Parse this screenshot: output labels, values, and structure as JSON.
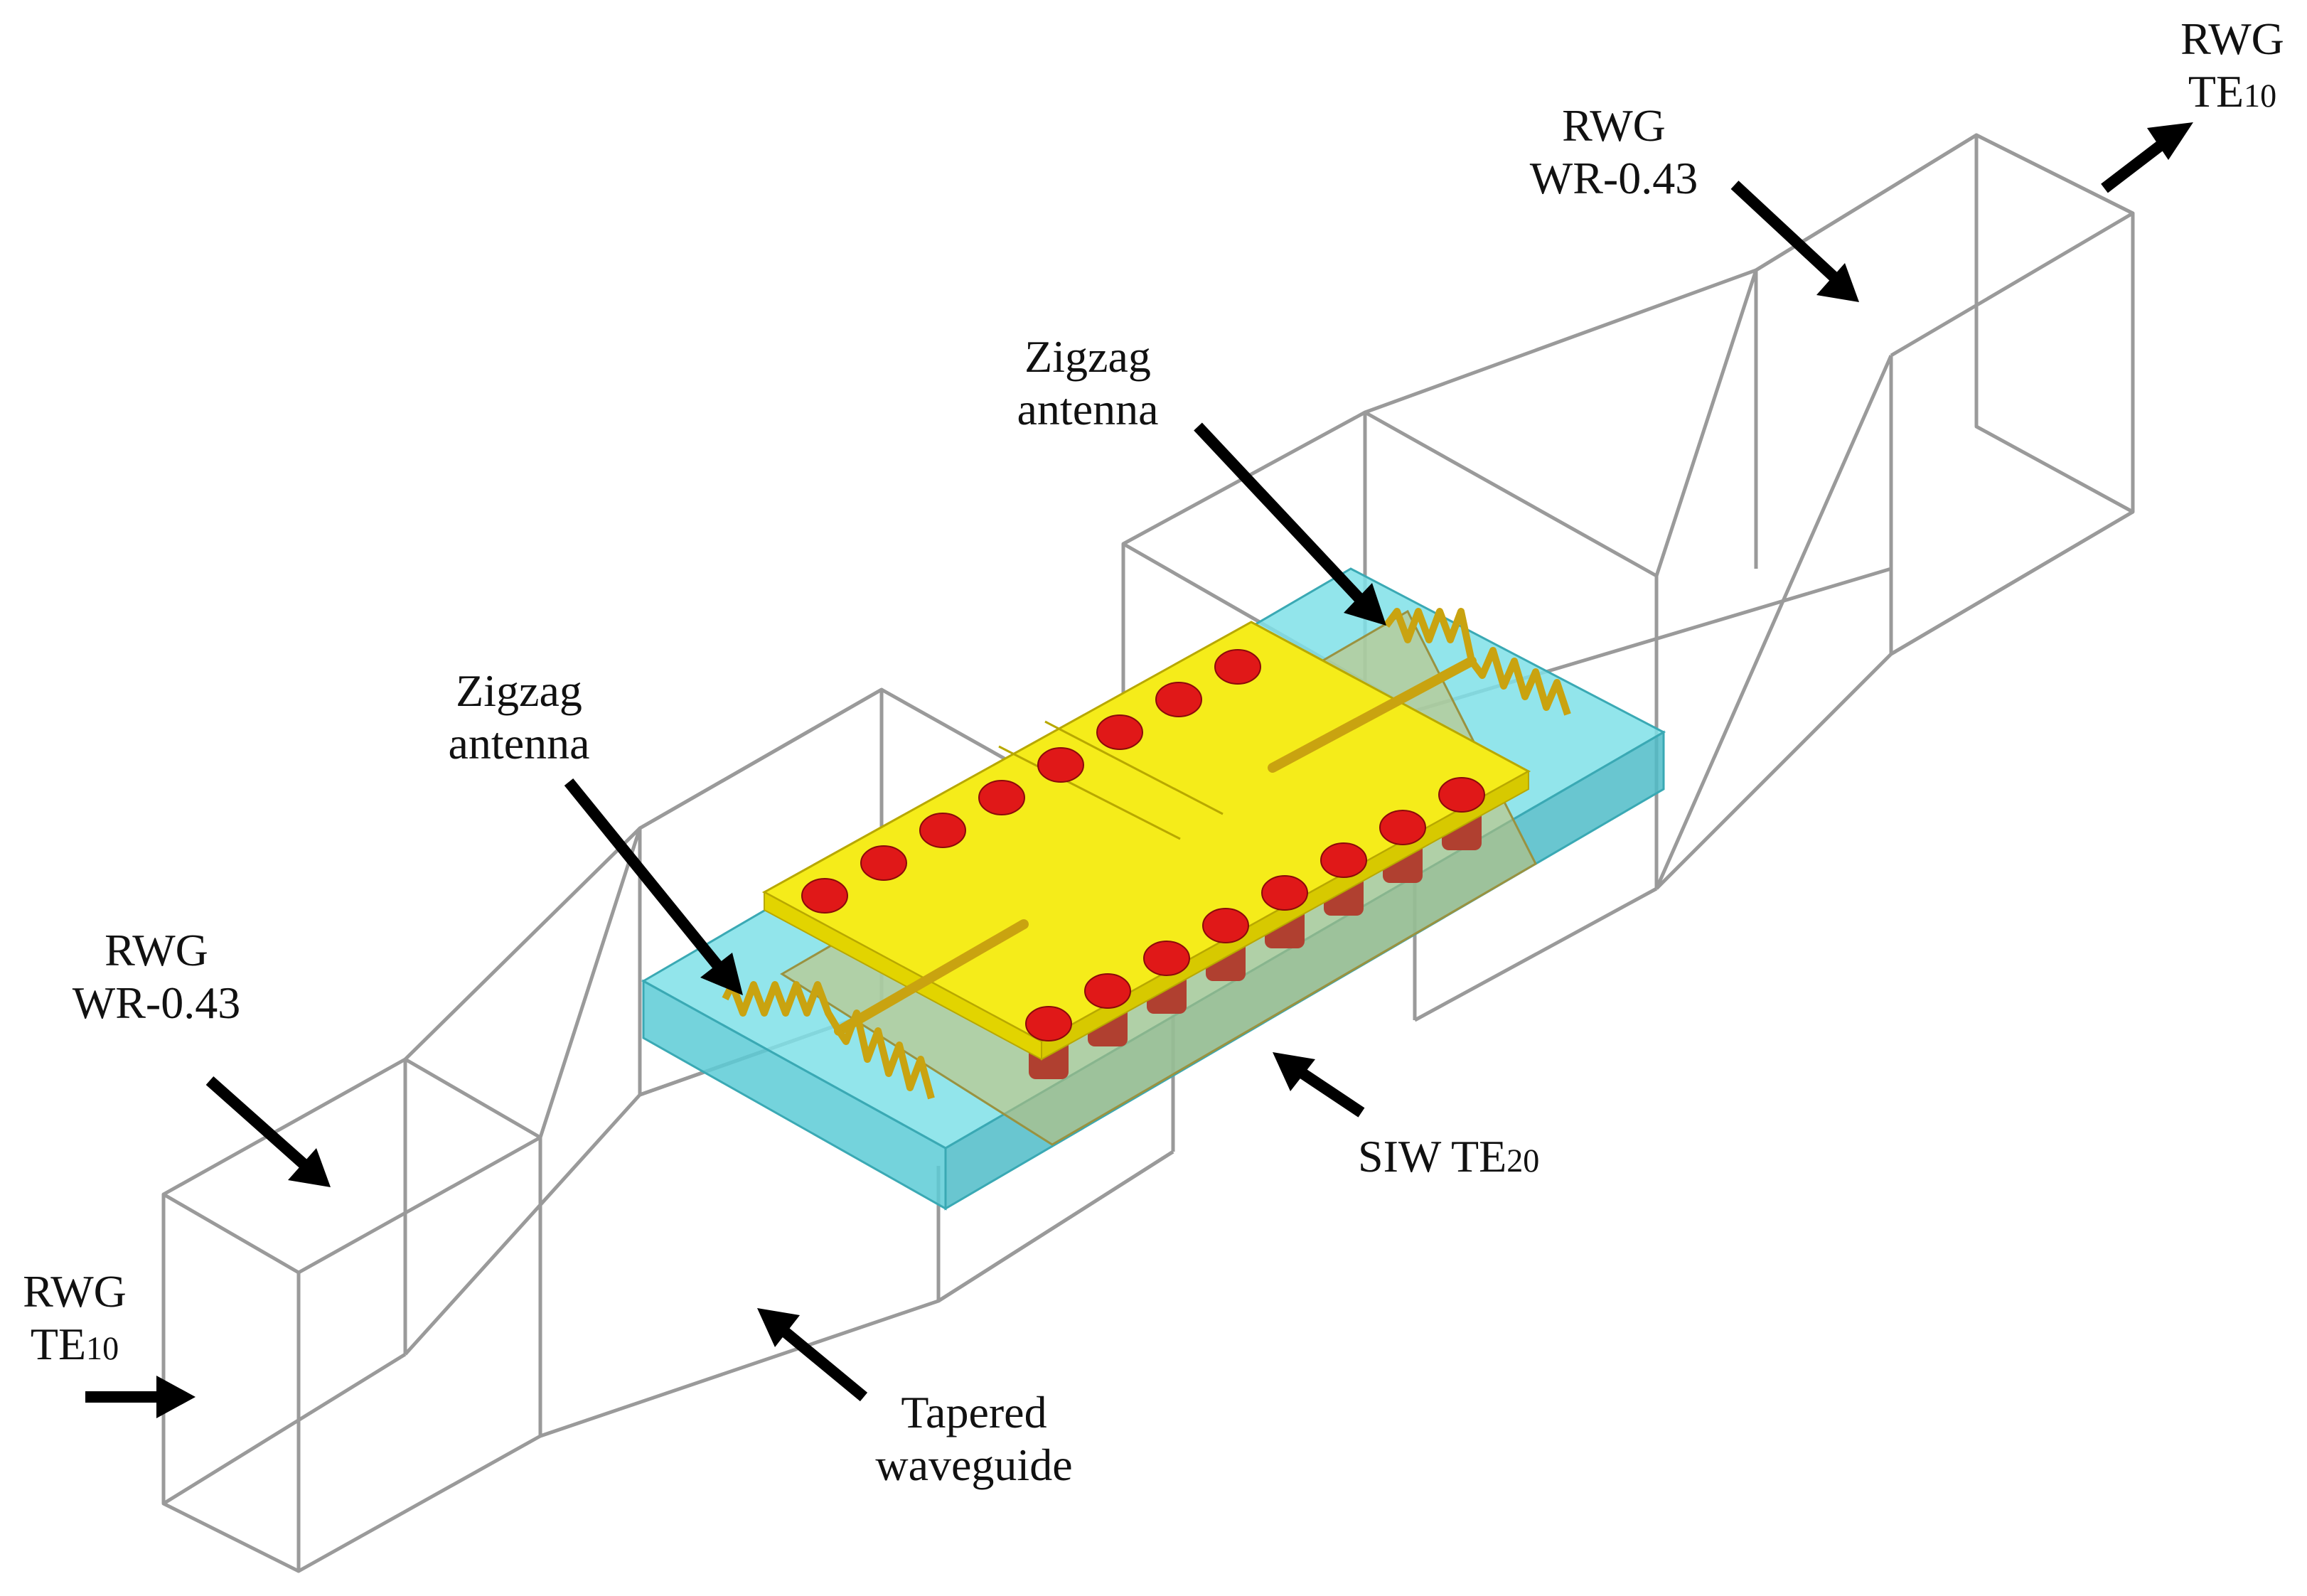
{
  "labels": {
    "rwg_out_port": {
      "line1": "RWG",
      "te": "TE",
      "mode": "10"
    },
    "rwg_out_size": {
      "line1": "RWG",
      "line2": "WR-0.43"
    },
    "zigzag_top": {
      "line1": "Zigzag",
      "line2": "antenna"
    },
    "zigzag_bottom": {
      "line1": "Zigzag",
      "line2": "antenna"
    },
    "rwg_in_size": {
      "line1": "RWG",
      "line2": "WR-0.43"
    },
    "rwg_in_port": {
      "line1": "RWG",
      "te": "TE",
      "mode": "10"
    },
    "siw": {
      "text": "SIW TE",
      "mode": "20"
    },
    "tapered": {
      "line1": "Tapered",
      "line2": "waveguide"
    }
  },
  "colors": {
    "wire": "#9a9a9a",
    "substrate_top": "#7fe0e8",
    "substrate_side": "#5ccbd6",
    "patch": "#f5ec1a",
    "patch_edge": "#b8a800",
    "via": "#e01818",
    "via_body": "#b04030",
    "antenna": "#c9a310",
    "ground": "#c8c070",
    "arrow": "#000000"
  }
}
